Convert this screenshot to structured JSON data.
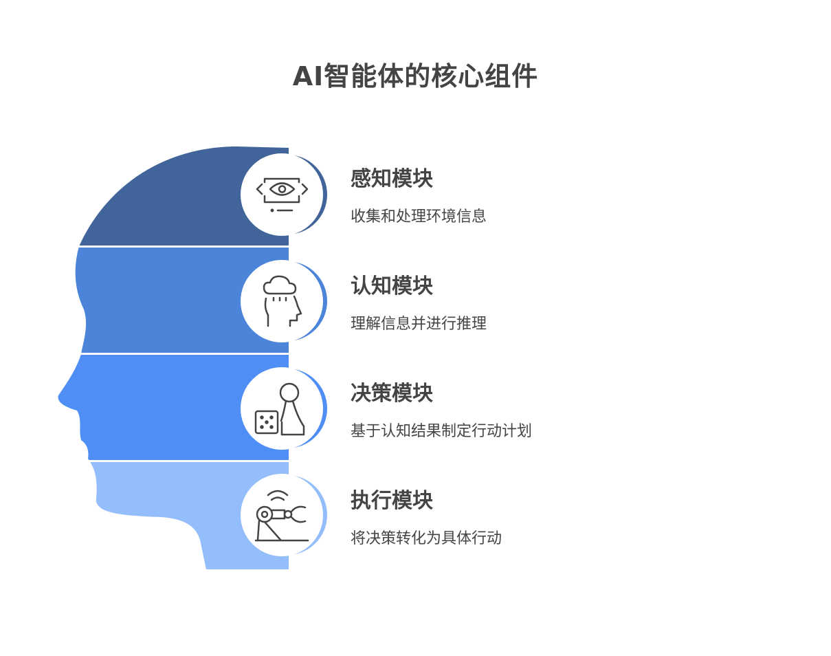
{
  "title": "AI智能体的核心组件",
  "modules": [
    {
      "title": "感知模块",
      "desc": "收集和处理环境信息",
      "icon": "eye-scan-icon",
      "color": "#41659a"
    },
    {
      "title": "认知模块",
      "desc": "理解信息并进行推理",
      "icon": "head-thinking-icon",
      "color": "#4b84d9"
    },
    {
      "title": "决策模块",
      "desc": "基于认知结果制定行动计划",
      "icon": "dice-and-pawn-icon",
      "color": "#4f8ff5"
    },
    {
      "title": "执行模块",
      "desc": "将决策转化为具体行动",
      "icon": "robot-arm-icon",
      "color": "#94bdfb"
    }
  ]
}
